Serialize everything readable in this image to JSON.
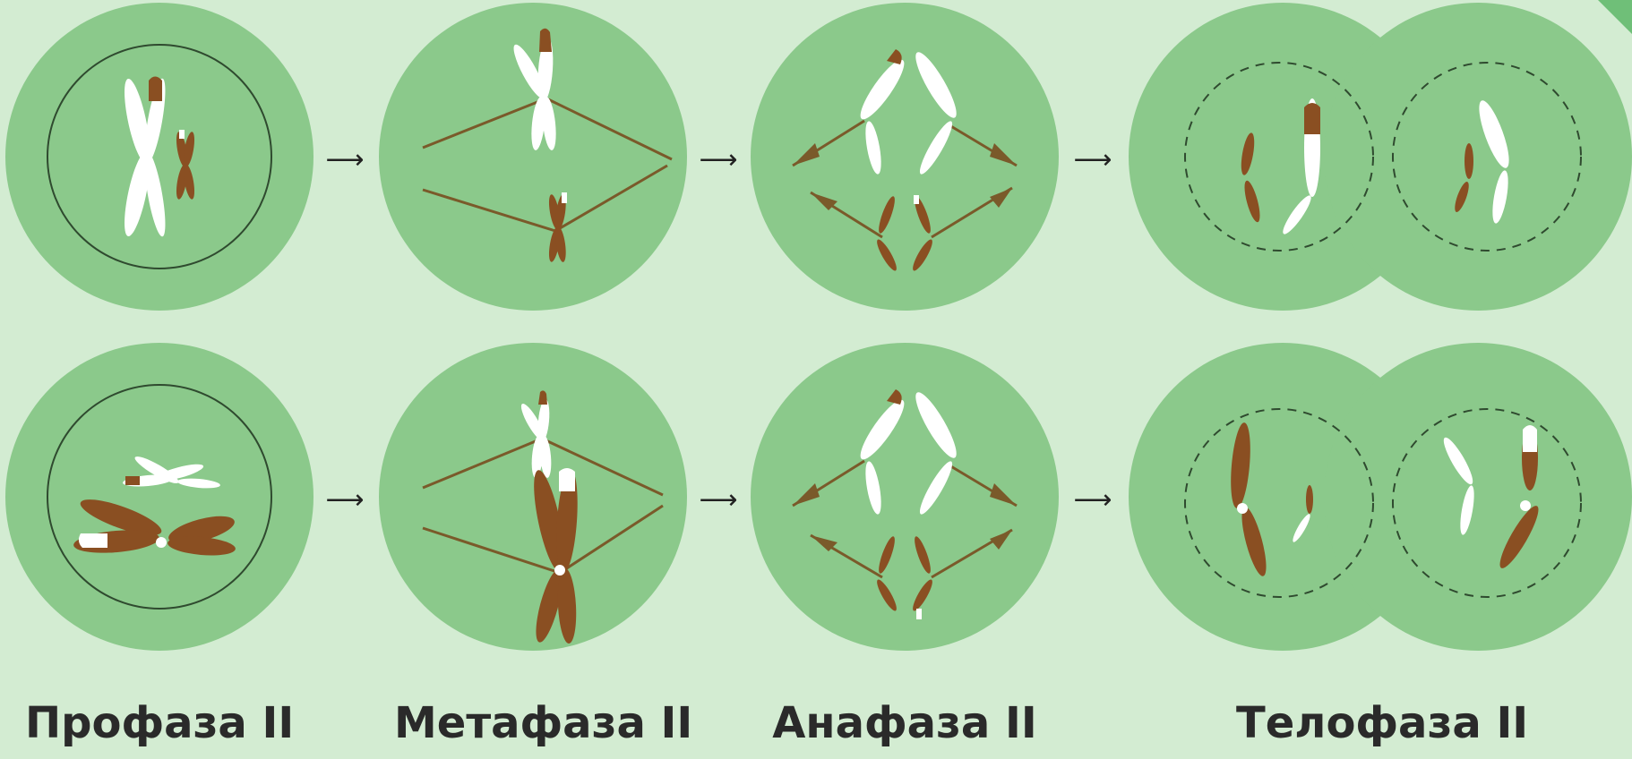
{
  "stages": [
    {
      "id": "prophase",
      "label": "Профаза II"
    },
    {
      "id": "metaphase",
      "label": "Метафаза II"
    },
    {
      "id": "anaphase",
      "label": "Анафаза II"
    },
    {
      "id": "telophase",
      "label": "Телофаза II"
    }
  ],
  "colors": {
    "background": "#d3ecd2",
    "cell": "#8bc98b",
    "chromosome_dark": "#8a4f22",
    "chromosome_light": "#ffffff",
    "spindle": "#7a5a2a",
    "membrane_line": "#2f4a2f",
    "label_text": "#2a2a2a"
  }
}
